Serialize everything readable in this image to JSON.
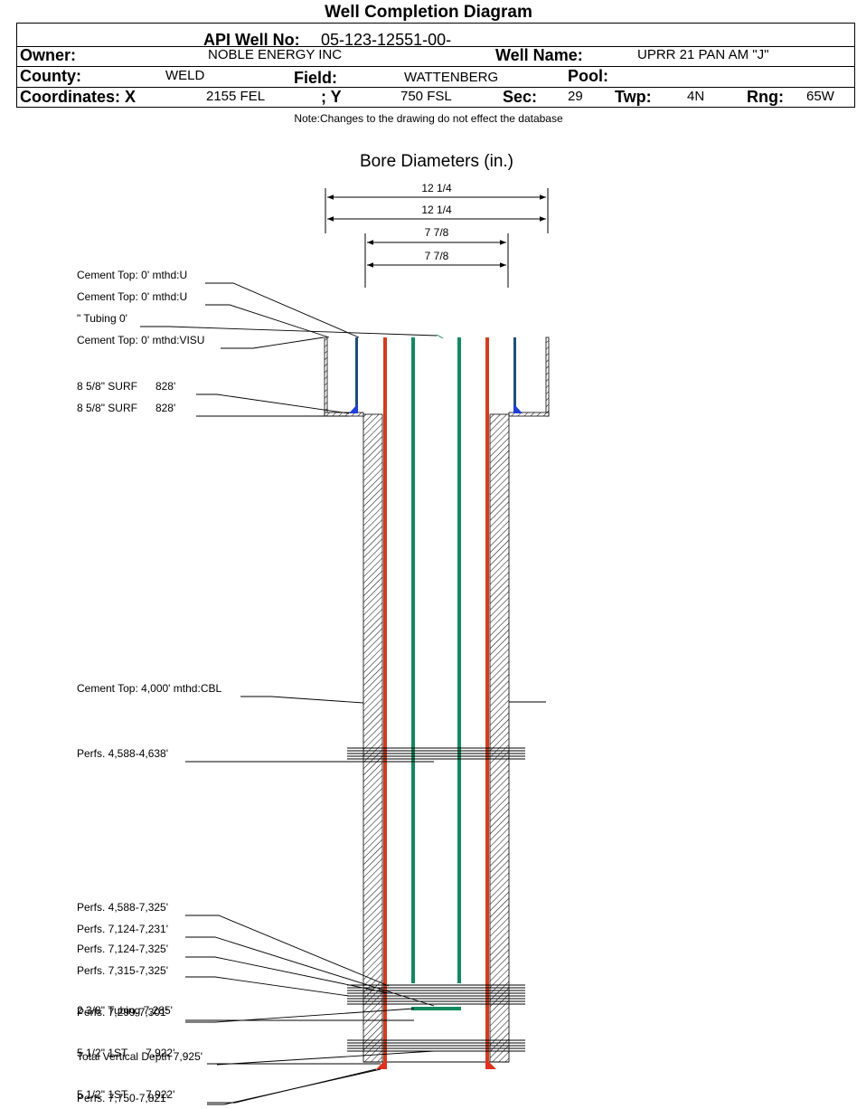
{
  "header": {
    "title": "Well Completion Diagram",
    "api_label": "API Well No:",
    "api_value": "05-123-12551-00-",
    "owner_label": "Owner:",
    "owner_value": "NOBLE ENERGY INC",
    "well_name_label": "Well Name:",
    "well_name_value": "UPRR 21 PAN AM \"J\"",
    "county_label": "County:",
    "county_value": "WELD",
    "field_label": "Field:",
    "field_value": "WATTENBERG",
    "pool_label": "Pool:",
    "pool_value": "",
    "coord_x_label": "Coordinates: X",
    "coord_x_value": "2155 FEL",
    "coord_y_label": "; Y",
    "coord_y_value": "750 FSL",
    "sec_label": "Sec:",
    "sec_value": "29",
    "twp_label": "Twp:",
    "twp_value": "4N",
    "rng_label": "Rng:",
    "rng_value": "65W"
  },
  "note": "Note:Changes to the drawing do not effect the database",
  "bore": {
    "title": "Bore Diameters (in.)",
    "dims": [
      "12 1/4",
      "12 1/4",
      "7 7/8",
      "7 7/8"
    ]
  },
  "annotations": {
    "cement_top_1": "Cement Top: 0' mthd:U",
    "cement_top_2": "Cement Top: 0' mthd:U",
    "tubing_top": "\" Tubing 0'",
    "cement_top_visu": "Cement Top: 0' mthd:VISU",
    "surf_1": "8 5/8\" SURF      828'",
    "surf_2": "8 5/8\" SURF      828'",
    "cement_top_cbl": "Cement Top: 4,000' mthd:CBL",
    "perfs_1": "Perfs. 4,588-4,638'",
    "perfs_2": "Perfs. 4,588-7,325'",
    "perfs_3": "Perfs. 7,124-7,231'",
    "perfs_4": "Perfs. 7,124-7,325'",
    "perfs_5": "Perfs. 7,315-7,325'",
    "perfs_6": "Perfs. 7,299-7,301'",
    "tubing_bottom": "2 3/8\" Tubing 7,285'",
    "prod_1": "5 1/2\" 1ST      7,922'",
    "tvd": "Total Vertical Depth 7,925'",
    "prod_2": "5 1/2\" 1ST      7,922'",
    "perfs_7": "Perfs. 7,750-7,821'"
  },
  "colors": {
    "surface_casing": "#1f4e79",
    "production_casing": "#d23c1e",
    "tubing": "#138a5e",
    "shoe_surface": "#1f3fd6",
    "shoe_production": "#e0301e"
  }
}
